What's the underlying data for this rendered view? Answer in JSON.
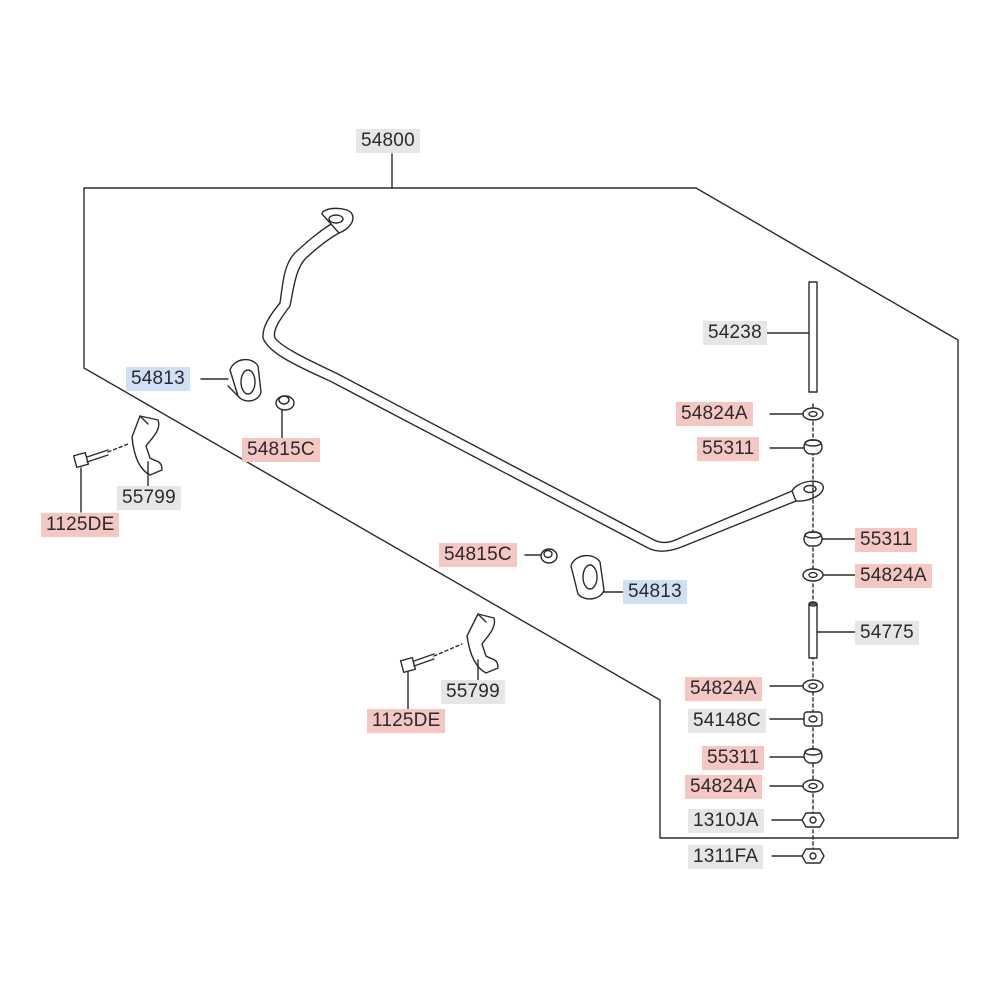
{
  "diagram": {
    "callouts": {
      "assembly": "54800",
      "stud": "54238",
      "washer_top_1": "54824A",
      "bushing_top_1": "55311",
      "bushing_mid": "55311",
      "washer_mid": "54824A",
      "spacer_tube": "54775",
      "washer_low_1": "54824A",
      "retainer": "54148C",
      "bushing_low": "55311",
      "washer_low_2": "54824A",
      "nut_1": "1310JA",
      "nut_2": "1311FA",
      "bushing_left": "54813",
      "bushing_right": "54813",
      "collar_left": "54815C",
      "collar_right": "54815C",
      "bracket_left": "55799",
      "bracket_right": "55799",
      "bolt_left": "1125DE",
      "bolt_right": "1125DE"
    },
    "colors": {
      "line": "#2b2b2b",
      "grey_tag": "#e6e6e6",
      "red_tag": "#f4c7c3",
      "blue_tag": "#cfe0f5"
    }
  }
}
